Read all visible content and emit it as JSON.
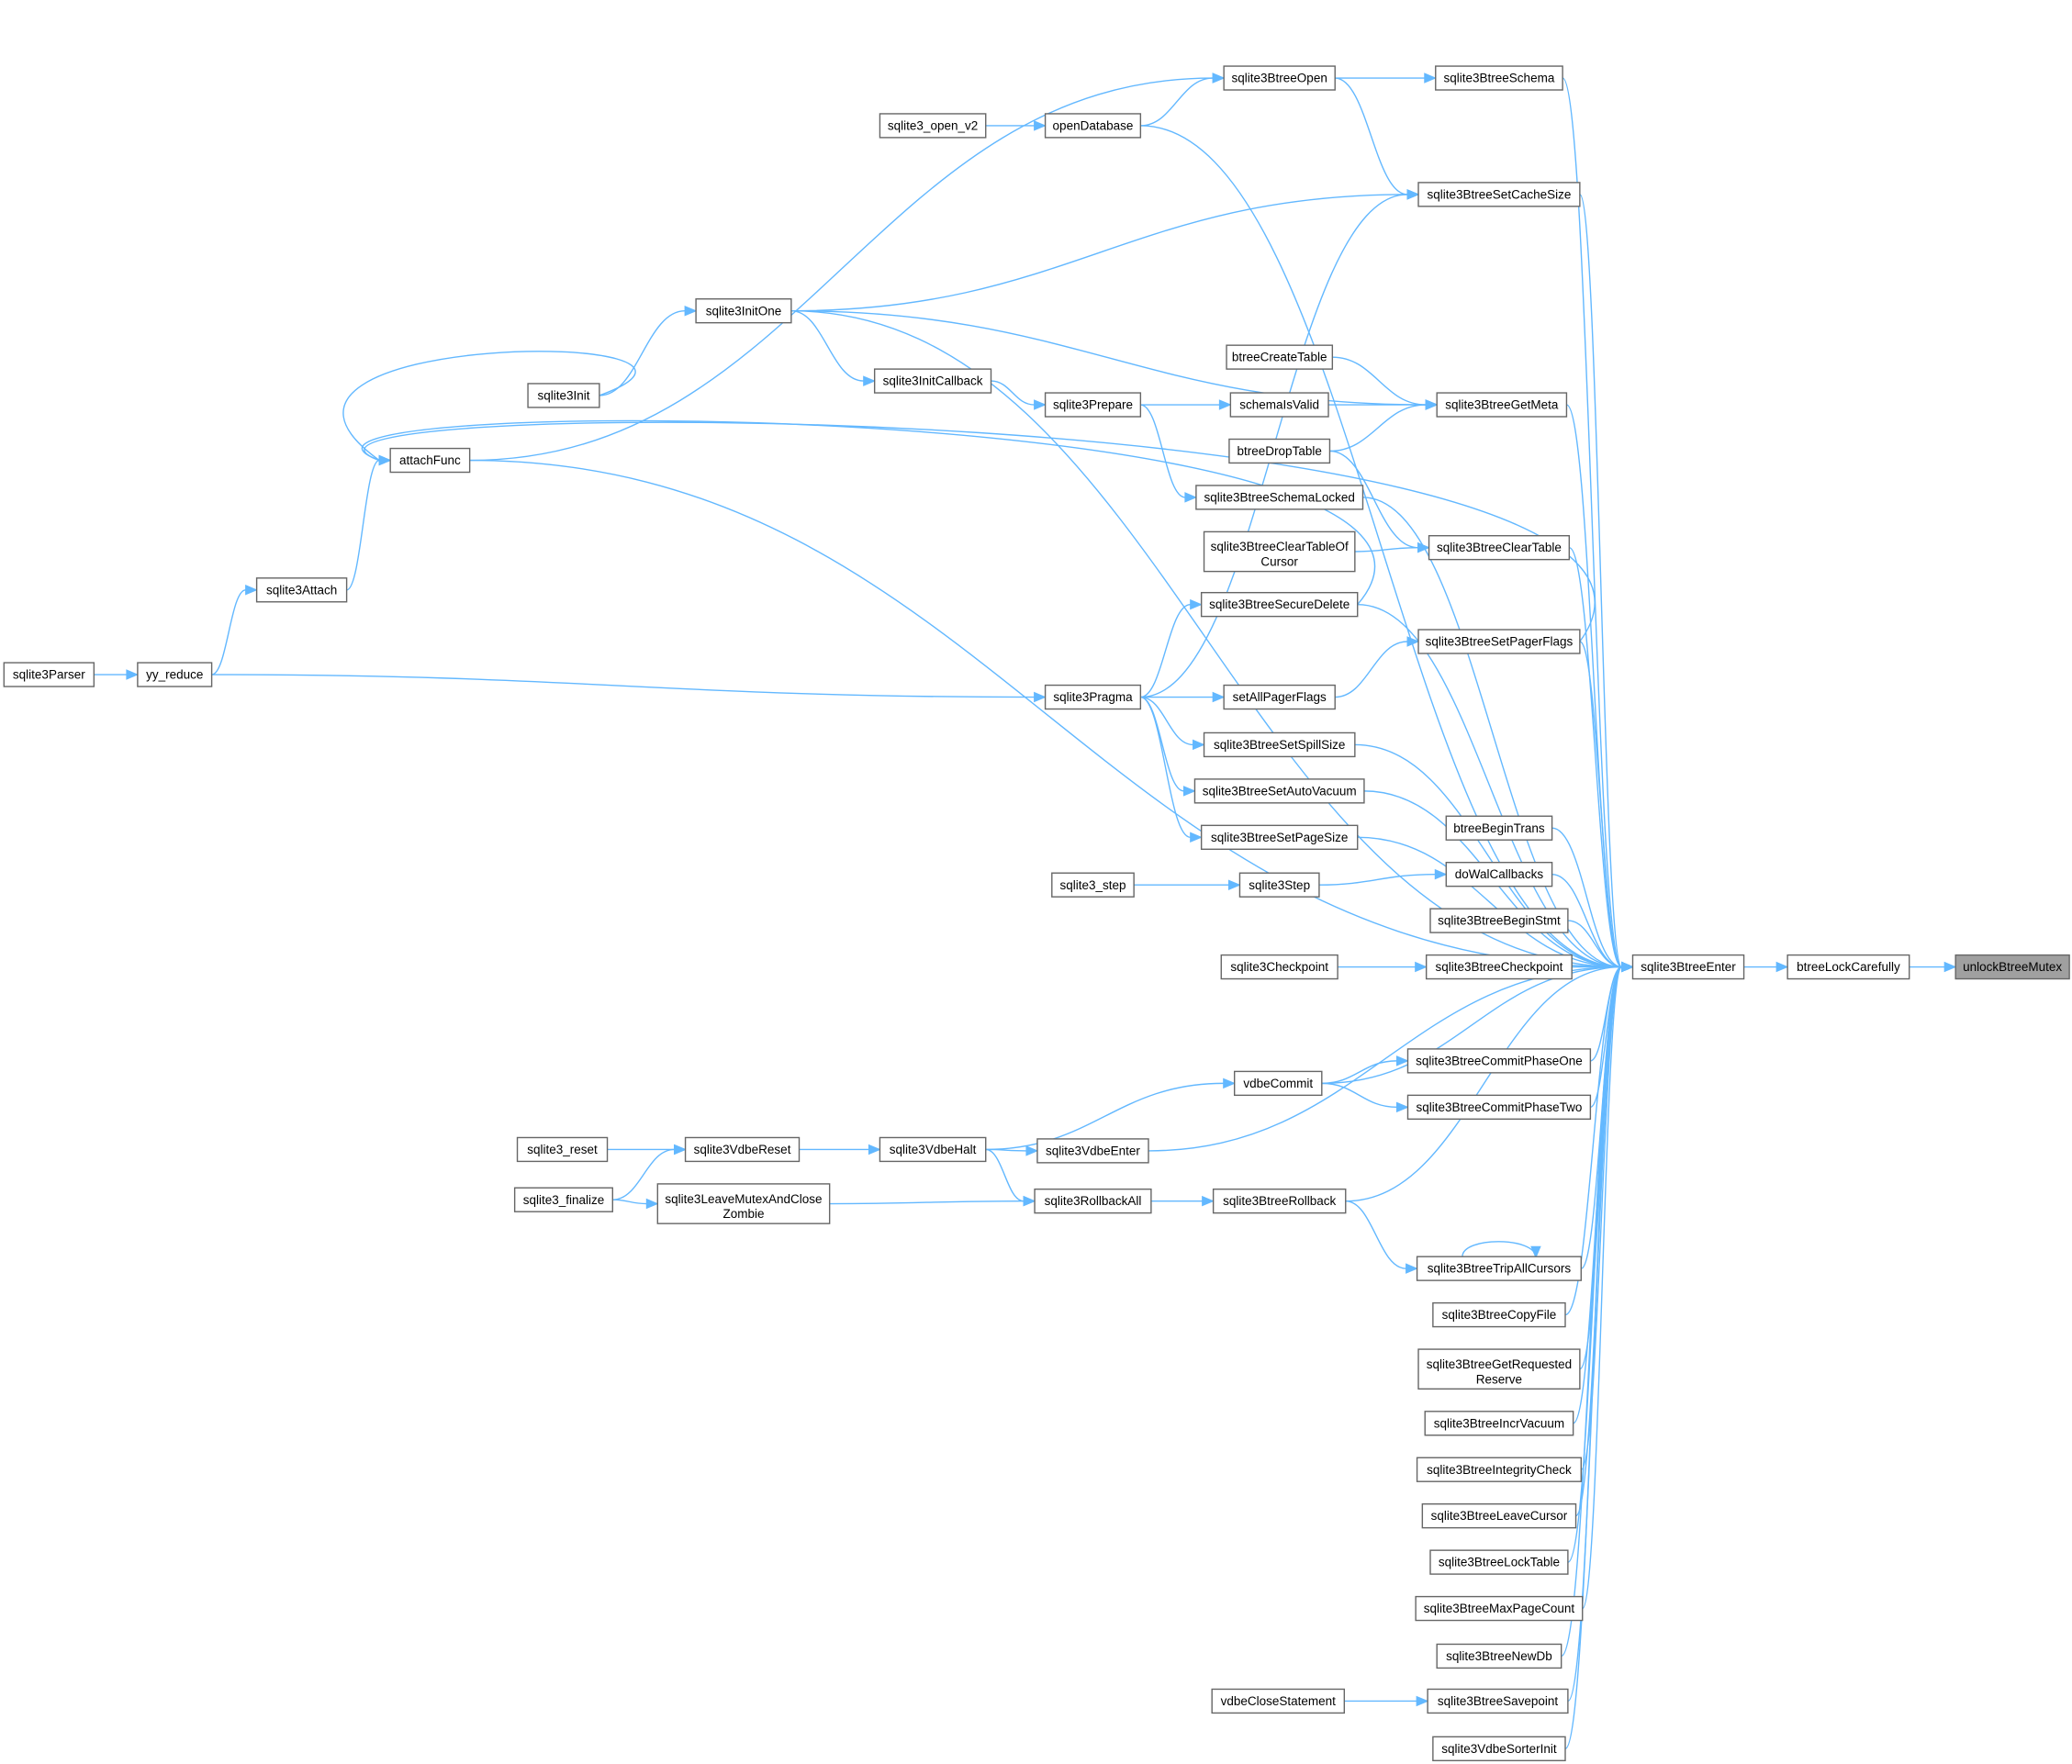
{
  "graph": {
    "edge_color": "#63b8ff",
    "node_border_color": "#666666",
    "focus_fill_color": "#a0a0a0",
    "nodes": [
      {
        "id": "unlockBtreeMutex",
        "label": "unlockBtreeMutex",
        "focus": true
      },
      {
        "id": "btreeLockCarefully",
        "label": "btreeLockCarefully"
      },
      {
        "id": "sqlite3BtreeEnter",
        "label": "sqlite3BtreeEnter"
      },
      {
        "id": "attachFunc",
        "label": "attachFunc"
      },
      {
        "id": "sqlite3Attach",
        "label": "sqlite3Attach"
      },
      {
        "id": "yy_reduce",
        "label": "yy_reduce"
      },
      {
        "id": "sqlite3Parser",
        "label": "sqlite3Parser"
      },
      {
        "id": "sqlite3BtreeOpen",
        "label": "sqlite3BtreeOpen"
      },
      {
        "id": "openDatabase",
        "label": "openDatabase"
      },
      {
        "id": "sqlite3_open_v2",
        "label": "sqlite3_open_v2"
      },
      {
        "id": "sqlite3BtreeSchema",
        "label": "sqlite3BtreeSchema"
      },
      {
        "id": "sqlite3BtreeSetCacheSize",
        "label": "sqlite3BtreeSetCacheSize"
      },
      {
        "id": "sqlite3InitOne",
        "label": "sqlite3InitOne"
      },
      {
        "id": "sqlite3Init",
        "label": "sqlite3Init"
      },
      {
        "id": "sqlite3InitCallback",
        "label": "sqlite3InitCallback"
      },
      {
        "id": "sqlite3Prepare",
        "label": "sqlite3Prepare"
      },
      {
        "id": "btreeCreateTable",
        "label": "btreeCreateTable"
      },
      {
        "id": "schemaIsValid",
        "label": "schemaIsValid"
      },
      {
        "id": "sqlite3BtreeGetMeta",
        "label": "sqlite3BtreeGetMeta"
      },
      {
        "id": "btreeDropTable",
        "label": "btreeDropTable"
      },
      {
        "id": "sqlite3BtreeSchemaLocked",
        "label": "sqlite3BtreeSchemaLocked"
      },
      {
        "id": "sqlite3BtreeClearTableOfCursor",
        "label": "sqlite3BtreeClearTableOf",
        "label2": "Cursor"
      },
      {
        "id": "sqlite3BtreeClearTable",
        "label": "sqlite3BtreeClearTable"
      },
      {
        "id": "sqlite3BtreeSecureDelete",
        "label": "sqlite3BtreeSecureDelete"
      },
      {
        "id": "sqlite3BtreeSetPagerFlags",
        "label": "sqlite3BtreeSetPagerFlags"
      },
      {
        "id": "sqlite3Pragma",
        "label": "sqlite3Pragma"
      },
      {
        "id": "setAllPagerFlags",
        "label": "setAllPagerFlags"
      },
      {
        "id": "sqlite3BtreeSetSpillSize",
        "label": "sqlite3BtreeSetSpillSize"
      },
      {
        "id": "sqlite3BtreeSetAutoVacuum",
        "label": "sqlite3BtreeSetAutoVacuum"
      },
      {
        "id": "sqlite3BtreeSetPageSize",
        "label": "sqlite3BtreeSetPageSize"
      },
      {
        "id": "btreeBeginTrans",
        "label": "btreeBeginTrans"
      },
      {
        "id": "sqlite3_step",
        "label": "sqlite3_step"
      },
      {
        "id": "sqlite3Step",
        "label": "sqlite3Step"
      },
      {
        "id": "doWalCallbacks",
        "label": "doWalCallbacks"
      },
      {
        "id": "sqlite3BtreeBeginStmt",
        "label": "sqlite3BtreeBeginStmt"
      },
      {
        "id": "sqlite3Checkpoint",
        "label": "sqlite3Checkpoint"
      },
      {
        "id": "sqlite3BtreeCheckpoint",
        "label": "sqlite3BtreeCheckpoint"
      },
      {
        "id": "sqlite3BtreeCommitPhaseOne",
        "label": "sqlite3BtreeCommitPhaseOne"
      },
      {
        "id": "vdbeCommit",
        "label": "vdbeCommit"
      },
      {
        "id": "sqlite3BtreeCommitPhaseTwo",
        "label": "sqlite3BtreeCommitPhaseTwo"
      },
      {
        "id": "sqlite3_reset",
        "label": "sqlite3_reset"
      },
      {
        "id": "sqlite3VdbeReset",
        "label": "sqlite3VdbeReset"
      },
      {
        "id": "sqlite3VdbeHalt",
        "label": "sqlite3VdbeHalt"
      },
      {
        "id": "sqlite3VdbeEnter",
        "label": "sqlite3VdbeEnter"
      },
      {
        "id": "sqlite3_finalize",
        "label": "sqlite3_finalize"
      },
      {
        "id": "sqlite3LeaveMutexAndCloseZombie",
        "label": "sqlite3LeaveMutexAndClose",
        "label2": "Zombie"
      },
      {
        "id": "sqlite3RollbackAll",
        "label": "sqlite3RollbackAll"
      },
      {
        "id": "sqlite3BtreeRollback",
        "label": "sqlite3BtreeRollback"
      },
      {
        "id": "sqlite3BtreeTripAllCursors",
        "label": "sqlite3BtreeTripAllCursors"
      },
      {
        "id": "sqlite3BtreeCopyFile",
        "label": "sqlite3BtreeCopyFile"
      },
      {
        "id": "sqlite3BtreeGetRequestedReserve",
        "label": "sqlite3BtreeGetRequested",
        "label2": "Reserve"
      },
      {
        "id": "sqlite3BtreeIncrVacuum",
        "label": "sqlite3BtreeIncrVacuum"
      },
      {
        "id": "sqlite3BtreeIntegrityCheck",
        "label": "sqlite3BtreeIntegrityCheck"
      },
      {
        "id": "sqlite3BtreeLeaveCursor",
        "label": "sqlite3BtreeLeaveCursor"
      },
      {
        "id": "sqlite3BtreeLockTable",
        "label": "sqlite3BtreeLockTable"
      },
      {
        "id": "sqlite3BtreeMaxPageCount",
        "label": "sqlite3BtreeMaxPageCount"
      },
      {
        "id": "sqlite3BtreeNewDb",
        "label": "sqlite3BtreeNewDb"
      },
      {
        "id": "vdbeCloseStatement",
        "label": "vdbeCloseStatement"
      },
      {
        "id": "sqlite3BtreeSavepoint",
        "label": "sqlite3BtreeSavepoint"
      },
      {
        "id": "sqlite3VdbeSorterInit",
        "label": "sqlite3VdbeSorterInit"
      }
    ],
    "edges": [
      [
        "btreeLockCarefully",
        "unlockBtreeMutex"
      ],
      [
        "sqlite3BtreeEnter",
        "btreeLockCarefully"
      ],
      [
        "attachFunc",
        "sqlite3BtreeEnter"
      ],
      [
        "attachFunc",
        "sqlite3BtreeOpen"
      ],
      [
        "sqlite3Attach",
        "attachFunc"
      ],
      [
        "sqlite3Init",
        "attachFunc"
      ],
      [
        "sqlite3BtreeSecureDelete",
        "attachFunc"
      ],
      [
        "sqlite3BtreeSetPagerFlags",
        "attachFunc"
      ],
      [
        "yy_reduce",
        "sqlite3Attach"
      ],
      [
        "sqlite3Parser",
        "yy_reduce"
      ],
      [
        "yy_reduce",
        "sqlite3Pragma"
      ],
      [
        "sqlite3BtreeOpen",
        "sqlite3BtreeSchema"
      ],
      [
        "sqlite3BtreeOpen",
        "sqlite3BtreeSetCacheSize"
      ],
      [
        "openDatabase",
        "sqlite3BtreeOpen"
      ],
      [
        "openDatabase",
        "sqlite3BtreeEnter"
      ],
      [
        "sqlite3_open_v2",
        "openDatabase"
      ],
      [
        "sqlite3BtreeSchema",
        "sqlite3BtreeEnter"
      ],
      [
        "sqlite3BtreeSetCacheSize",
        "sqlite3BtreeEnter"
      ],
      [
        "sqlite3InitOne",
        "sqlite3BtreeSetCacheSize"
      ],
      [
        "sqlite3InitOne",
        "sqlite3BtreeEnter"
      ],
      [
        "sqlite3InitOne",
        "sqlite3BtreeGetMeta"
      ],
      [
        "sqlite3Init",
        "sqlite3InitOne"
      ],
      [
        "sqlite3InitOne",
        "sqlite3InitCallback"
      ],
      [
        "sqlite3InitCallback",
        "sqlite3Prepare"
      ],
      [
        "sqlite3Prepare",
        "schemaIsValid"
      ],
      [
        "sqlite3Prepare",
        "sqlite3BtreeSchemaLocked"
      ],
      [
        "btreeCreateTable",
        "sqlite3BtreeGetMeta"
      ],
      [
        "schemaIsValid",
        "sqlite3BtreeGetMeta"
      ],
      [
        "btreeDropTable",
        "sqlite3BtreeGetMeta"
      ],
      [
        "btreeDropTable",
        "sqlite3BtreeClearTable"
      ],
      [
        "sqlite3BtreeGetMeta",
        "sqlite3BtreeEnter"
      ],
      [
        "sqlite3BtreeSchemaLocked",
        "sqlite3BtreeEnter"
      ],
      [
        "sqlite3BtreeClearTableOfCursor",
        "sqlite3BtreeClearTable"
      ],
      [
        "sqlite3BtreeClearTable",
        "sqlite3BtreeEnter"
      ],
      [
        "sqlite3BtreeSecureDelete",
        "sqlite3BtreeEnter"
      ],
      [
        "sqlite3BtreeSetPagerFlags",
        "sqlite3BtreeEnter"
      ],
      [
        "sqlite3Pragma",
        "sqlite3BtreeSetCacheSize"
      ],
      [
        "sqlite3Pragma",
        "sqlite3BtreeSecureDelete"
      ],
      [
        "sqlite3Pragma",
        "setAllPagerFlags"
      ],
      [
        "sqlite3Pragma",
        "sqlite3BtreeSetSpillSize"
      ],
      [
        "sqlite3Pragma",
        "sqlite3BtreeSetAutoVacuum"
      ],
      [
        "sqlite3Pragma",
        "sqlite3BtreeSetPageSize"
      ],
      [
        "setAllPagerFlags",
        "sqlite3BtreeSetPagerFlags"
      ],
      [
        "sqlite3BtreeSetSpillSize",
        "sqlite3BtreeEnter"
      ],
      [
        "sqlite3BtreeSetAutoVacuum",
        "sqlite3BtreeEnter"
      ],
      [
        "sqlite3BtreeSetPageSize",
        "sqlite3BtreeEnter"
      ],
      [
        "btreeBeginTrans",
        "sqlite3BtreeEnter"
      ],
      [
        "sqlite3_step",
        "sqlite3Step"
      ],
      [
        "sqlite3Step",
        "doWalCallbacks"
      ],
      [
        "doWalCallbacks",
        "sqlite3BtreeEnter"
      ],
      [
        "sqlite3BtreeBeginStmt",
        "sqlite3BtreeEnter"
      ],
      [
        "sqlite3Checkpoint",
        "sqlite3BtreeCheckpoint"
      ],
      [
        "sqlite3BtreeCheckpoint",
        "sqlite3BtreeEnter"
      ],
      [
        "vdbeCommit",
        "sqlite3BtreeEnter"
      ],
      [
        "vdbeCommit",
        "sqlite3BtreeCommitPhaseOne"
      ],
      [
        "vdbeCommit",
        "sqlite3BtreeCommitPhaseTwo"
      ],
      [
        "sqlite3BtreeCommitPhaseOne",
        "sqlite3BtreeEnter"
      ],
      [
        "sqlite3BtreeCommitPhaseTwo",
        "sqlite3BtreeEnter"
      ],
      [
        "sqlite3_reset",
        "sqlite3VdbeReset"
      ],
      [
        "sqlite3_finalize",
        "sqlite3VdbeReset"
      ],
      [
        "sqlite3_finalize",
        "sqlite3LeaveMutexAndCloseZombie"
      ],
      [
        "sqlite3VdbeReset",
        "sqlite3VdbeHalt"
      ],
      [
        "sqlite3VdbeHalt",
        "vdbeCommit"
      ],
      [
        "sqlite3VdbeHalt",
        "sqlite3VdbeEnter"
      ],
      [
        "sqlite3VdbeHalt",
        "sqlite3RollbackAll"
      ],
      [
        "sqlite3LeaveMutexAndCloseZombie",
        "sqlite3RollbackAll"
      ],
      [
        "sqlite3VdbeEnter",
        "sqlite3BtreeEnter"
      ],
      [
        "sqlite3RollbackAll",
        "sqlite3BtreeRollback"
      ],
      [
        "sqlite3BtreeRollback",
        "sqlite3BtreeEnter"
      ],
      [
        "sqlite3BtreeRollback",
        "sqlite3BtreeTripAllCursors"
      ],
      [
        "sqlite3BtreeTripAllCursors",
        "sqlite3BtreeTripAllCursors"
      ],
      [
        "sqlite3BtreeTripAllCursors",
        "sqlite3BtreeEnter"
      ],
      [
        "sqlite3BtreeCopyFile",
        "sqlite3BtreeEnter"
      ],
      [
        "sqlite3BtreeGetRequestedReserve",
        "sqlite3BtreeEnter"
      ],
      [
        "sqlite3BtreeIncrVacuum",
        "sqlite3BtreeEnter"
      ],
      [
        "sqlite3BtreeIntegrityCheck",
        "sqlite3BtreeEnter"
      ],
      [
        "sqlite3BtreeLeaveCursor",
        "sqlite3BtreeEnter"
      ],
      [
        "sqlite3BtreeLockTable",
        "sqlite3BtreeEnter"
      ],
      [
        "sqlite3BtreeMaxPageCount",
        "sqlite3BtreeEnter"
      ],
      [
        "sqlite3BtreeNewDb",
        "sqlite3BtreeEnter"
      ],
      [
        "vdbeCloseStatement",
        "sqlite3BtreeSavepoint"
      ],
      [
        "sqlite3BtreeSavepoint",
        "sqlite3BtreeEnter"
      ],
      [
        "sqlite3VdbeSorterInit",
        "sqlite3BtreeEnter"
      ]
    ]
  }
}
